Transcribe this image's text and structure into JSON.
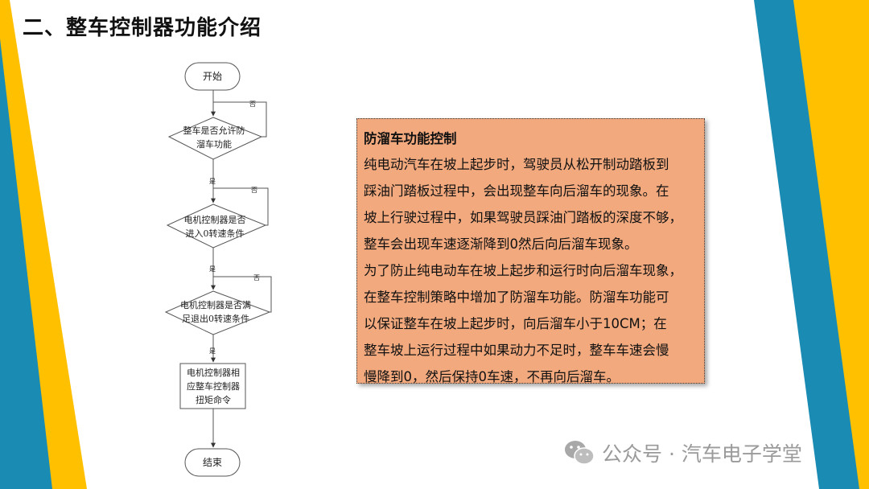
{
  "title": "二、整车控制器功能介绍",
  "colors": {
    "teal": "#1a8bb3",
    "yellow": "#ffc000",
    "box_fill": "#f2a97e"
  },
  "flowchart": {
    "start": "开始",
    "decision1_line1": "整车是否允许防",
    "decision1_line2": "溜车功能",
    "decision2_line1": "电机控制器是否",
    "decision2_line2": "进入0转速条件",
    "decision3_line1": "电机控制器是否满",
    "decision3_line2": "足退出0转速条件",
    "process_line1": "电机控制器相",
    "process_line2": "应整车控制器",
    "process_line3": "扭矩命令",
    "end": "结束",
    "yes": "是",
    "no": "否"
  },
  "textbox": {
    "heading": "防溜车功能控制",
    "lines": [
      "纯电动汽车在坡上起步时，驾驶员从松开制动踏板到",
      "踩油门踏板过程中，会出现整车向后溜车的现象。在",
      "坡上行驶过程中，如果驾驶员踩油门踏板的深度不够，",
      "整车会出现车速逐渐降到0然后向后溜车现象。",
      "为了防止纯电动车在坡上起步和运行时向后溜车现象，",
      "在整车控制策略中增加了防溜车功能。防溜车功能可",
      "以保证整车在坡上起步时，向后溜车小于10CM；在",
      "整车坡上运行过程中如果动力不足时，整车车速会慢",
      "慢降到0，然后保持0车速，不再向后溜车。"
    ]
  },
  "watermark": {
    "icon": "wechat-icon",
    "text": "公众号 · 汽车电子学堂"
  }
}
